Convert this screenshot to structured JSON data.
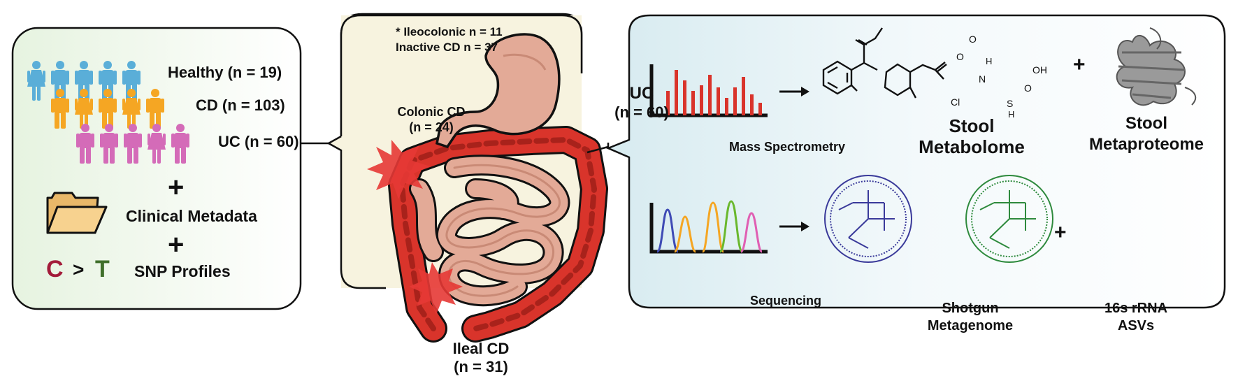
{
  "cohort": {
    "healthy": "Healthy (n = 19)",
    "cd": "CD (n = 103)",
    "uc": "UC (n = 60)",
    "plus1": "+",
    "clinical": "Clinical Metadata",
    "plus2": "+",
    "snp_c": "C",
    "snp_gt": ">",
    "snp_t": "T",
    "snp": "SNP Profiles",
    "colors": {
      "healthy": "#5aaed8",
      "cd": "#f5a623",
      "uc": "#d46bb8",
      "c_letter": "#a31b3a",
      "t_letter": "#3f6f2a"
    }
  },
  "gut": {
    "note1": "* Ileocolonic n = 11",
    "note2": "Inactive CD n = 37",
    "colonic": "Colonic CD",
    "colonic_n": "(n = 24)",
    "uc": "UC",
    "uc_n": "(n = 60)",
    "ileal": "Ileal CD",
    "ileal_n": "(n = 31)"
  },
  "omics": {
    "ms_label": "Mass Spectrometry",
    "metabolome_1": "Stool",
    "metabolome_2": "Metabolome",
    "plus_top": "+",
    "metaproteome_1": "Stool",
    "metaproteome_2": "Metaproteome",
    "seq_label": "Sequencing",
    "shotgun_1": "Shotgun",
    "shotgun_2": "Metagenome",
    "plus_bottom": "+",
    "rrna_1": "16s rRNA",
    "rrna_2": "ASVs",
    "chem": {
      "o1": "O",
      "o2": "O",
      "h": "H",
      "n": "N",
      "oh": "OH",
      "o3": "O",
      "cl": "Cl",
      "s": "S",
      "h2": "H"
    }
  }
}
